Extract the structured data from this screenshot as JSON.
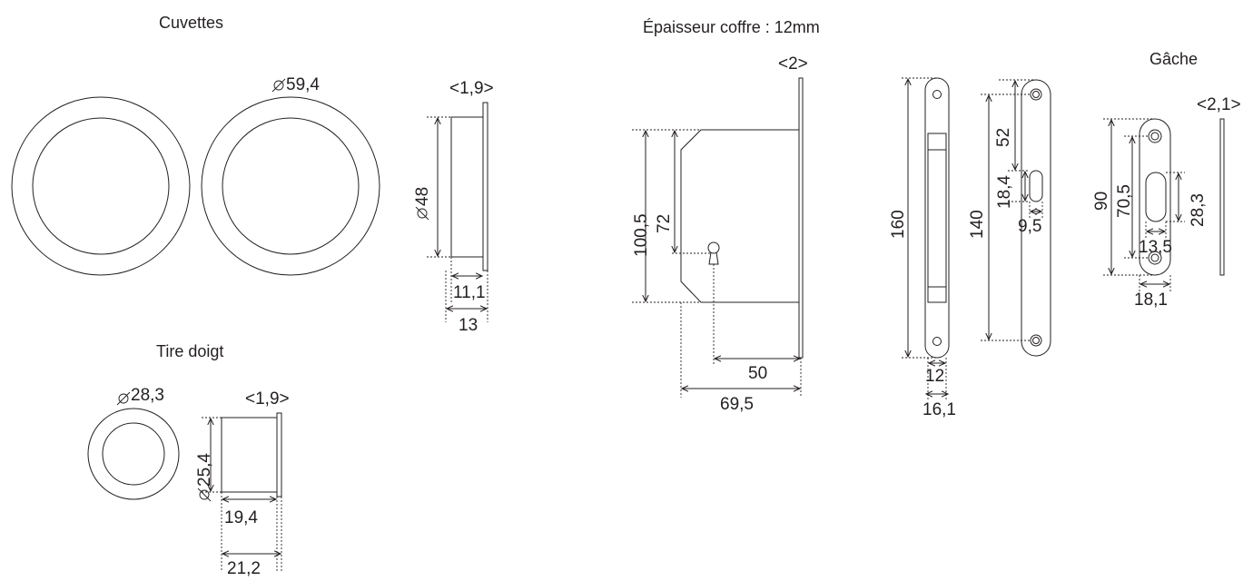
{
  "titles": {
    "cuvettes": "Cuvettes",
    "tire_doigt": "Tire doigt",
    "epaisseur": "Épaisseur coffre : 12mm",
    "gache": "Gâche"
  },
  "cuvettes": {
    "diam_outer": "59,4",
    "thickness": "<1,9>",
    "depth_diam": "48",
    "depth_inner": "11,1",
    "depth_total": "13"
  },
  "tire_doigt": {
    "diam_outer": "28,3",
    "thickness": "<1,9>",
    "depth_diam": "25,4",
    "depth_inner": "19,4",
    "depth_total": "21,2"
  },
  "lock": {
    "thickness": "<2>",
    "height_total": "100,5",
    "height_key": "72",
    "backset": "50",
    "depth": "69,5"
  },
  "faceplate": {
    "height": "160",
    "width_inner": "12",
    "width_outer": "16,1"
  },
  "backplate": {
    "height": "140",
    "offset": "52",
    "slot_h": "18,4",
    "slot_w": "9,5"
  },
  "gache": {
    "thickness": "<2,1>",
    "height_total": "90",
    "hole_spacing": "70,5",
    "slot_h": "28,3",
    "slot_w": "13,5",
    "width": "18,1"
  },
  "icons": [
    "diameter-symbol",
    "double-arrow",
    "keyhole",
    "screw-head"
  ]
}
